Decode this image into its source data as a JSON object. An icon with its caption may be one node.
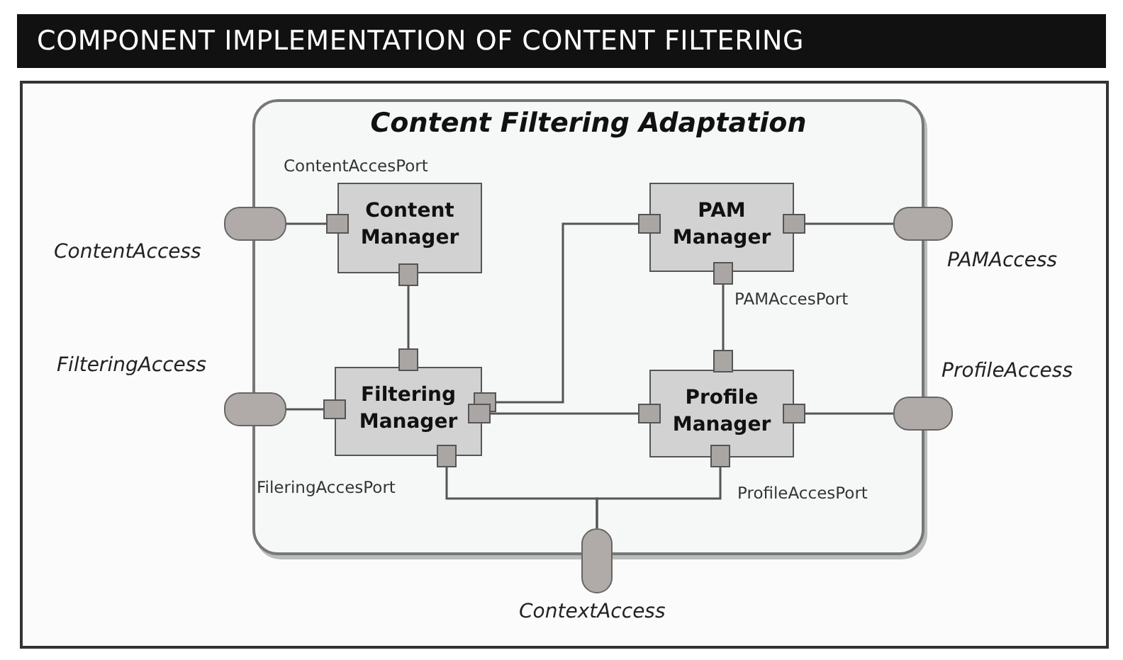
{
  "diagram": {
    "title": "COMPONENT IMPLEMENTATION OF CONTENT FILTERING",
    "nodes": [
      {
        "text": [
          "Content Filtering Adaptation"
        ]
      },
      {
        "text": [
          "Content Manager"
        ],
        "in": 0
      },
      {
        "text": [
          "PAM Manager"
        ],
        "in": 0
      },
      {
        "text": [
          "Filtering Manager"
        ],
        "in": 0
      },
      {
        "text": [
          "Profile Manager"
        ],
        "in": 0
      },
      {
        "text": [],
        "shape": "box",
        "in": 0
      },
      {
        "text": [],
        "shape": "box",
        "in": 0
      },
      {
        "text": [],
        "shape": "box",
        "in": 0
      },
      {
        "text": [],
        "shape": "box",
        "in": 0
      },
      {
        "text": [],
        "shape": "box",
        "in": 0
      },
      {
        "text": [],
        "shape": "box",
        "in": 0
      },
      {
        "text": [],
        "shape": "box",
        "in": 0
      },
      {
        "text": [],
        "shape": "box",
        "in": 0
      },
      {
        "text": [],
        "shape": "box",
        "in": 0
      },
      {
        "text": [],
        "shape": "box",
        "in": 0
      },
      {
        "text": [],
        "shape": "box",
        "in": 0
      },
      {
        "text": [],
        "shape": "box",
        "in": 0
      },
      {
        "text": [],
        "shape": "box",
        "in": 0
      },
      {
        "text": [],
        "shape": "box",
        "in": 0
      },
      {
        "text": [],
        "shape": "pill",
        "beside": [
          "ContentAccess"
        ]
      },
      {
        "text": [],
        "shape": "pill",
        "beside": [
          "FilteringAccess"
        ]
      },
      {
        "text": [],
        "shape": "pill",
        "beside": [
          "PAMAccess"
        ]
      },
      {
        "text": [],
        "shape": "pill",
        "beside": [
          "ProfileAccess"
        ]
      },
      {
        "text": [],
        "shape": "pill",
        "beside": [
          "ContextAccess"
        ]
      }
    ],
    "edges": [
      {
        "from": 19,
        "to": 5,
        "arrow": "none"
      },
      {
        "from": 20,
        "to": 11,
        "arrow": "none"
      },
      {
        "from": 8,
        "to": 21,
        "arrow": "none"
      },
      {
        "from": 17,
        "to": 22,
        "arrow": "none"
      },
      {
        "from": 6,
        "to": 10,
        "arrow": "none"
      },
      {
        "from": 9,
        "to": 15,
        "arrow": "none"
      },
      {
        "from": 12,
        "to": 7,
        "arrow": "none"
      },
      {
        "from": 13,
        "to": 16,
        "arrow": "none"
      },
      {
        "from": 14,
        "to": 23,
        "arrow": "none"
      },
      {
        "from": 18,
        "to": 23,
        "arrow": "none"
      }
    ],
    "labels": [
      "ContentAccesPort",
      "PAMAccesPort",
      "FileringAccesPort",
      "ProfileAccesPort"
    ]
  }
}
